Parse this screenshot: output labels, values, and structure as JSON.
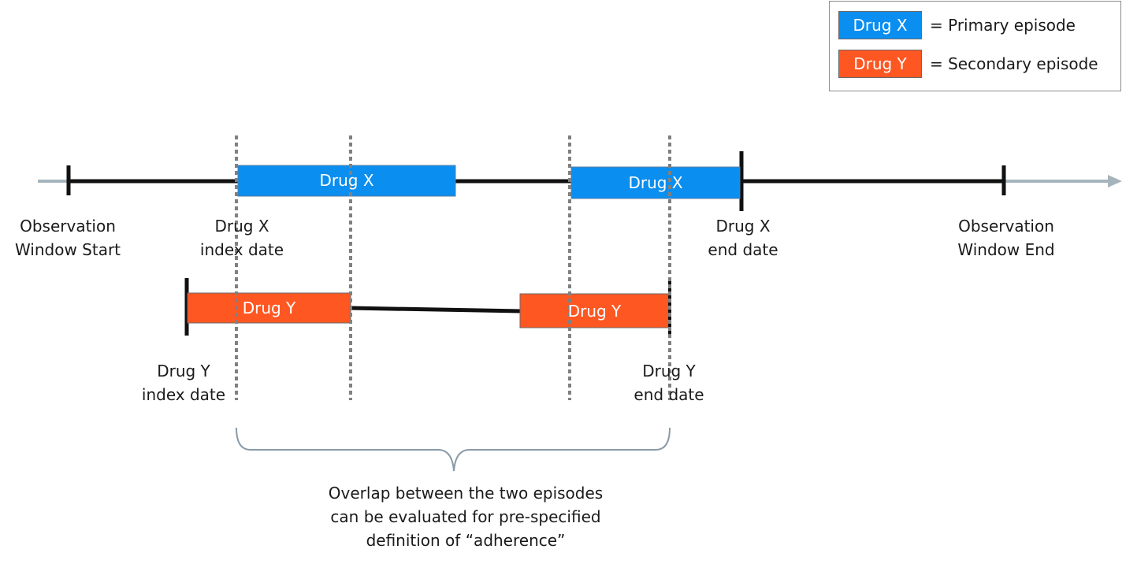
{
  "colors": {
    "primary": "#0a8ef0",
    "secondary": "#ff5722",
    "arrow": "#a6b5bd",
    "line": "#111111",
    "guide": "#808080"
  },
  "legend": {
    "items": [
      {
        "swatch_label": "Drug X",
        "description": "= Primary episode",
        "color": "#0a8ef0"
      },
      {
        "swatch_label": "Drug Y",
        "description": "= Secondary episode",
        "color": "#ff5722"
      }
    ]
  },
  "timeline_x": {
    "episode_1_label": "Drug X",
    "episode_2_label": "Drug X"
  },
  "timeline_y": {
    "episode_1_label": "Drug Y",
    "episode_2_label": "Drug Y"
  },
  "labels": {
    "observation_start": "Observation\nWindow Start",
    "drug_x_index": "Drug X\nindex date",
    "drug_x_end": "Drug X\nend date",
    "observation_end": "Observation\nWindow End",
    "drug_y_index": "Drug Y\nindex date",
    "drug_y_end": "Drug Y\nend date",
    "overlap_note": "Overlap between the two episodes\ncan be evaluated for pre-specified\ndefinition of “adherence”"
  }
}
